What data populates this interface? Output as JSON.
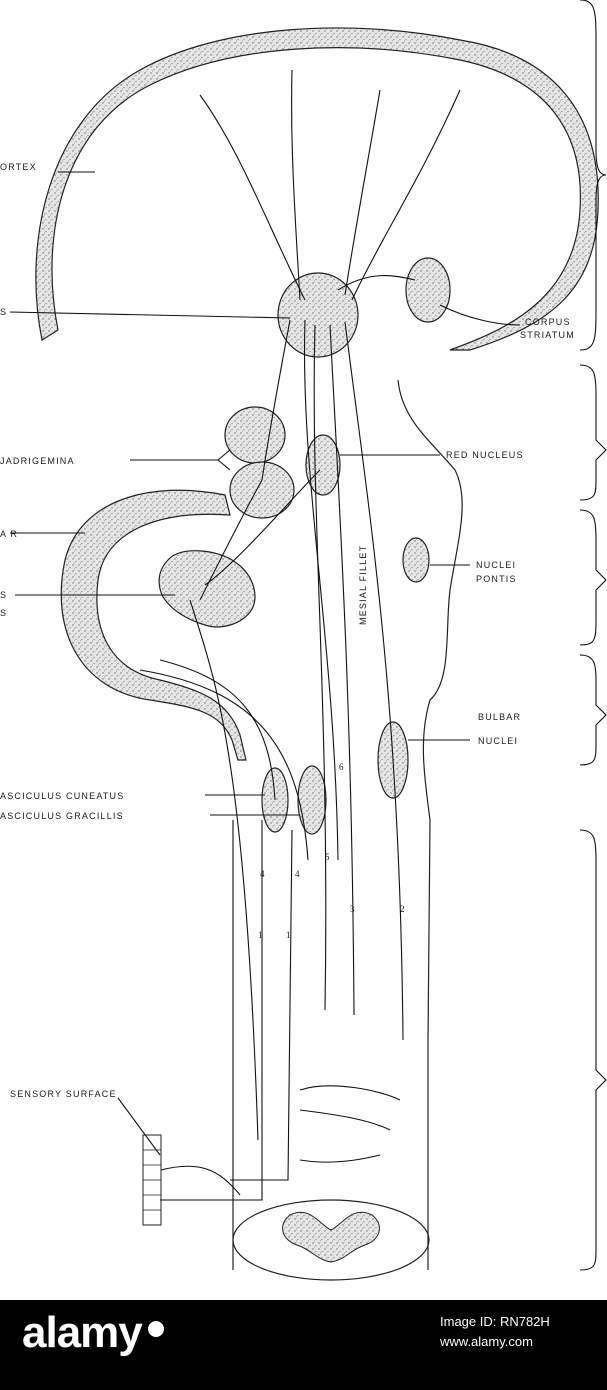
{
  "labels": {
    "cortex": "ORTEX",
    "thalamus_fragment": "S",
    "corpus_striatum_line1": "CORPUS",
    "corpus_striatum_line2": "STRIATUM",
    "red_nucleus": "RED NUCLEUS",
    "quadrigemina": "JADRIGEMINA",
    "cerebellar_fragment": "A R",
    "dentate_fragment_1": "S",
    "dentate_fragment_2": "S",
    "mesial_fillet": "MESIAL FILLET",
    "nuclei_pontis_line1": "NUCLEI",
    "nuclei_pontis_line2": "PONTIS",
    "bulbar_nuclei_line1": "BULBAR",
    "bulbar_nuclei_line2": "NUCLEI",
    "fasciculus_cuneatus": "ASCICULUS CUNEATUS",
    "fasciculus_gracilis": "ASCICULUS GRACILLIS",
    "sensory_surface": "SENSORY SURFACE"
  },
  "pathway_numbers": {
    "n4a": "4",
    "n4b": "4",
    "n5": "5",
    "n6": "6",
    "n3": "3",
    "n2": "2",
    "n1a": "1",
    "n1b": "1"
  },
  "footer": {
    "brand": "alamy",
    "image_id": "Image ID: RN782H",
    "url": "www.alamy.com"
  },
  "colors": {
    "ink": "#111111",
    "stipple_fill": "#dcdcdc",
    "footer_bg": "#000000",
    "footer_text": "#ffffff"
  }
}
